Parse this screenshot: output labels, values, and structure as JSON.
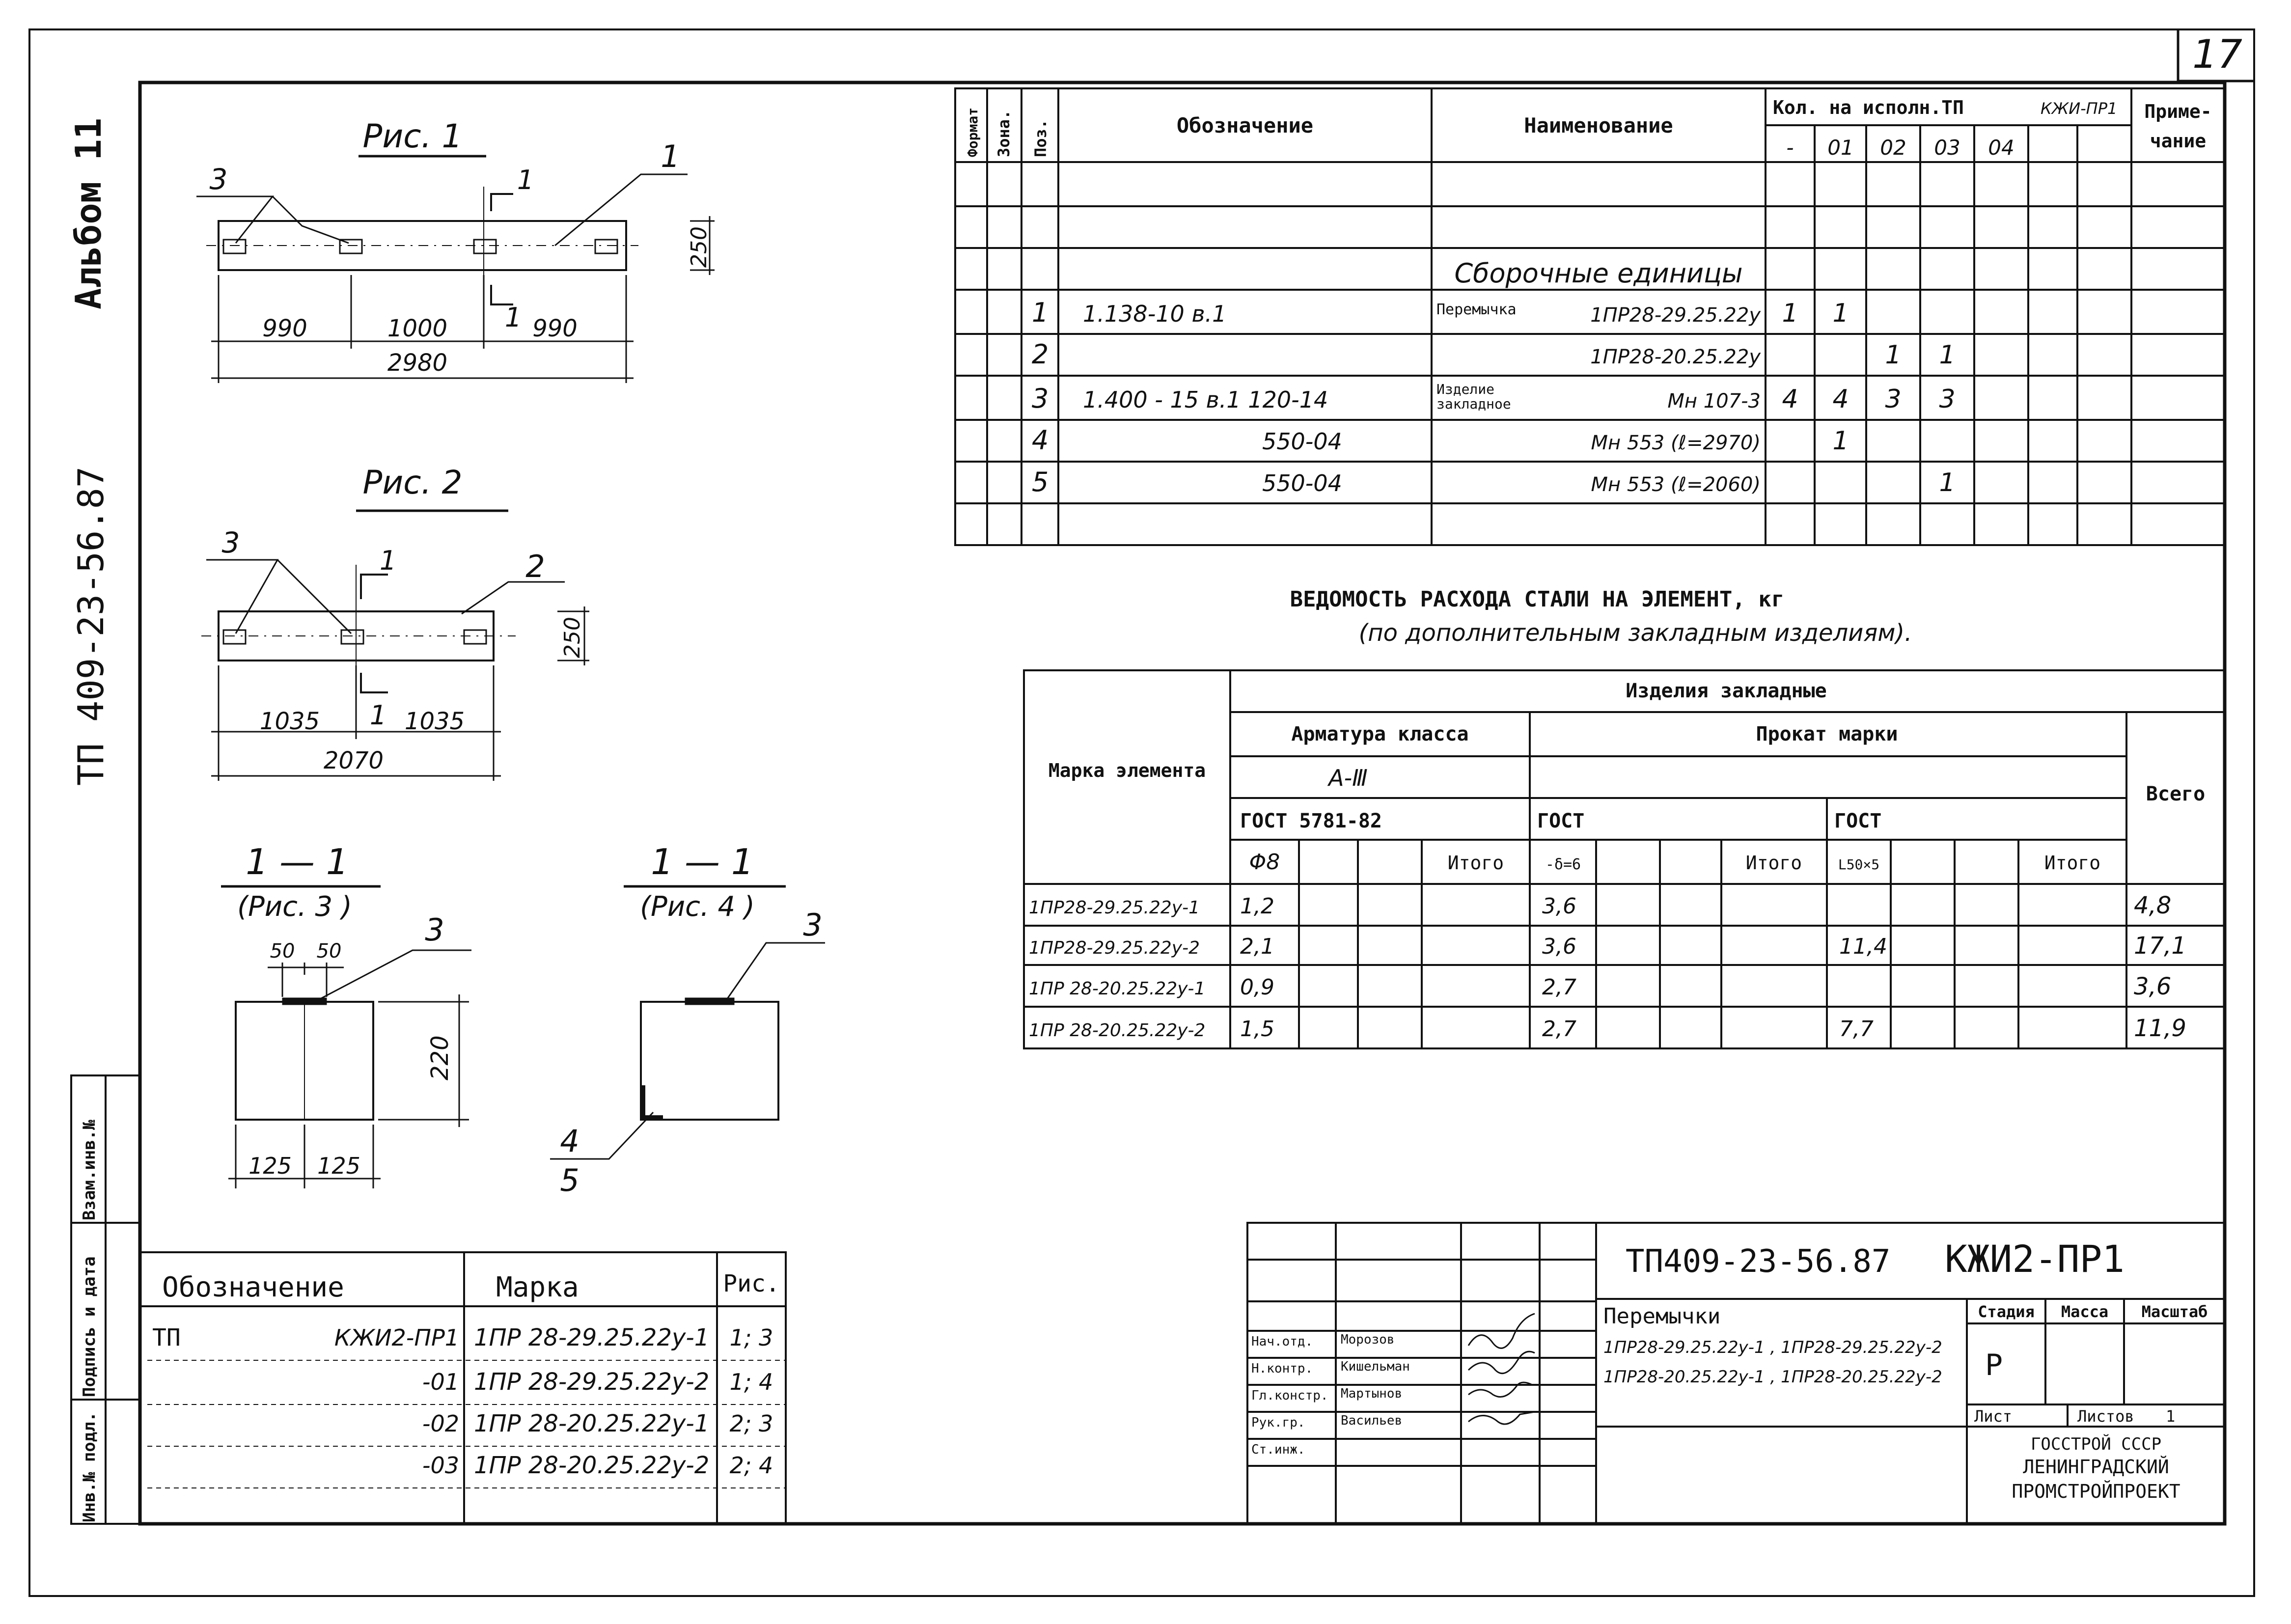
{
  "page_number": "17",
  "album": "Альбом 11",
  "project_code_vertical": "ТП 409-23-56.87",
  "figures": {
    "fig1": {
      "title": "Рис. 1",
      "callout_a": "3",
      "callout_b": "1",
      "callout_part": "1",
      "section_mark_top": "1",
      "section_mark_bottom": "1",
      "dim_height": "250",
      "dims": [
        "990",
        "1000",
        "990"
      ],
      "dim_total": "2980"
    },
    "fig2": {
      "title": "Рис. 2",
      "callout_a": "3",
      "callout_part": "2",
      "section_mark_top": "1",
      "section_mark_bottom": "1",
      "dim_height": "250",
      "dims": [
        "1035",
        "1035"
      ],
      "dim_total": "2070"
    },
    "sec3": {
      "title": "1 — 1",
      "subtitle": "(Рис. 3 )",
      "callout": "3",
      "dim_a": "50",
      "dim_b": "50",
      "dim_height": "220",
      "dim_w1": "125",
      "dim_w2": "125"
    },
    "sec4": {
      "title": "1 — 1",
      "subtitle": "(Рис. 4 )",
      "callout": "3",
      "callout_b": "4",
      "callout_c": "5"
    }
  },
  "spec_table": {
    "headers": {
      "format": "Формат",
      "zone": "Зона.",
      "pos": "Поз.",
      "designation": "Обозначение",
      "name": "Наименование",
      "qty": "Кол. на исполн.ТП",
      "qty_code": "КЖИ-ПР1",
      "note": "Приме-\nчание"
    },
    "variants": [
      "-",
      "01",
      "02",
      "03",
      "04"
    ],
    "section_title": "Сборочные единицы",
    "rows": [
      {
        "pos": "1",
        "designation": "1.138-10   в.1",
        "name_prefix": "Перемычка",
        "name": "1ПР28-29.25.22у",
        "q": [
          "1",
          "1",
          "",
          "",
          ""
        ]
      },
      {
        "pos": "2",
        "designation": "",
        "name_prefix": "",
        "name": "1ПР28-20.25.22у",
        "q": [
          "",
          "",
          "1",
          "1",
          ""
        ]
      },
      {
        "pos": "3",
        "designation": "1.400 - 15  в.1  120-14",
        "name_prefix": "Изделие закладное",
        "name": "Мн 107-3",
        "q": [
          "4",
          "4",
          "3",
          "3",
          ""
        ]
      },
      {
        "pos": "4",
        "designation": "550-04",
        "name_prefix": "",
        "name": "Мн 553 (ℓ=2970)",
        "q": [
          "",
          "1",
          "",
          "",
          ""
        ]
      },
      {
        "pos": "5",
        "designation": "550-04",
        "name_prefix": "",
        "name": "Мн 553 (ℓ=2060)",
        "q": [
          "",
          "",
          "",
          "1",
          ""
        ]
      }
    ]
  },
  "steel_table": {
    "title": "ВЕДОМОСТЬ РАСХОДА СТАЛИ НА ЭЛЕМЕНТ, кг",
    "subtitle": "(по дополнительным закладным изделиям).",
    "h_products": "Изделия закладные",
    "h_mark": "Марка элемента",
    "h_rebar": "Арматура класса",
    "h_rebar_class": "А-Ⅲ",
    "h_rolled": "Прокат марки",
    "h_total": "Всего",
    "h_gost1": "ГОСТ   5781-82",
    "h_gost2": "ГОСТ",
    "h_gost3": "ГОСТ",
    "h_phi": "Φ8",
    "h_itogo": "Итого",
    "h_plate": "-δ=6",
    "h_angle": "L50×5",
    "rows": [
      {
        "mark": "1ПР28-29.25.22у-1",
        "phi8": "1,2",
        "plate": "3,6",
        "angle": "",
        "total": "4,8"
      },
      {
        "mark": "1ПР28-29.25.22у-2",
        "phi8": "2,1",
        "plate": "3,6",
        "angle": "11,4",
        "total": "17,1"
      },
      {
        "mark": "1ПР 28-20.25.22у-1",
        "phi8": "0,9",
        "plate": "2,7",
        "angle": "",
        "total": "3,6"
      },
      {
        "mark": "1ПР 28-20.25.22у-2",
        "phi8": "1,5",
        "plate": "2,7",
        "angle": "7,7",
        "total": "11,9"
      }
    ]
  },
  "marks_table": {
    "h_designation": "Обозначение",
    "h_mark": "Марка",
    "h_fig": "Рис.",
    "prefix": "ТП",
    "rows": [
      {
        "designation": "КЖИ2-ПР1",
        "mark": "1ПР 28-29.25.22у-1",
        "fig": "1; 3"
      },
      {
        "designation": "-01",
        "mark": "1ПР 28-29.25.22у-2",
        "fig": "1; 4"
      },
      {
        "designation": "-02",
        "mark": "1ПР 28-20.25.22у-1",
        "fig": "2; 3"
      },
      {
        "designation": "-03",
        "mark": "1ПР 28-20.25.22у-2",
        "fig": "2; 4"
      }
    ]
  },
  "side_stamp": [
    "Инв.№ подл.",
    "Подпись и дата",
    "Взам.инв.№"
  ],
  "title_block": {
    "doc_code": "ТП409-23-56.87",
    "doc_mark": "КЖИ2-ПР1",
    "item_title": "Перемычки",
    "item_line1": "1ПР28-29.25.22у-1 , 1ПР28-29.25.22у-2",
    "item_line2": "1ПР28-20.25.22у-1 , 1ПР28-20.25.22у-2",
    "stage_h": "Стадия",
    "mass_h": "Масса",
    "scale_h": "Масштаб",
    "stage": "Р",
    "sheet_h": "Лист",
    "sheets_h": "Листов",
    "sheets": "1",
    "org1": "ГОССТРОЙ СССР",
    "org2": "ЛЕНИНГРАДСКИЙ",
    "org3": "ПРОМСТРОЙПРОЕКТ",
    "signers": [
      {
        "role": "Нач.отд.",
        "name": "Морозов"
      },
      {
        "role": "Н.контр.",
        "name": "Кишельман"
      },
      {
        "role": "Гл.констр.",
        "name": "Мартынов"
      },
      {
        "role": "Рук.гр.",
        "name": "Васильев"
      },
      {
        "role": "Ст.инж.",
        "name": ""
      }
    ]
  }
}
